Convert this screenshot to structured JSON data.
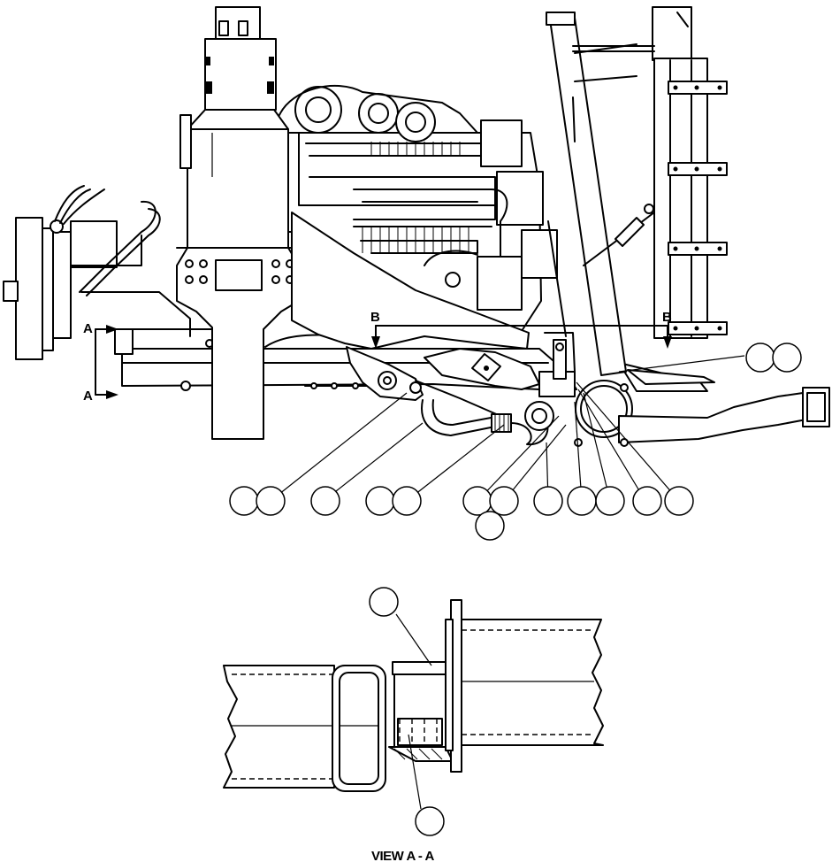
{
  "section_markers": {
    "a_top": "A",
    "a_bottom": "A",
    "b_left": "B",
    "b_right": "B"
  },
  "view_caption": "VIEW A - A",
  "callout_count_main": 15,
  "callout_count_view": 2
}
